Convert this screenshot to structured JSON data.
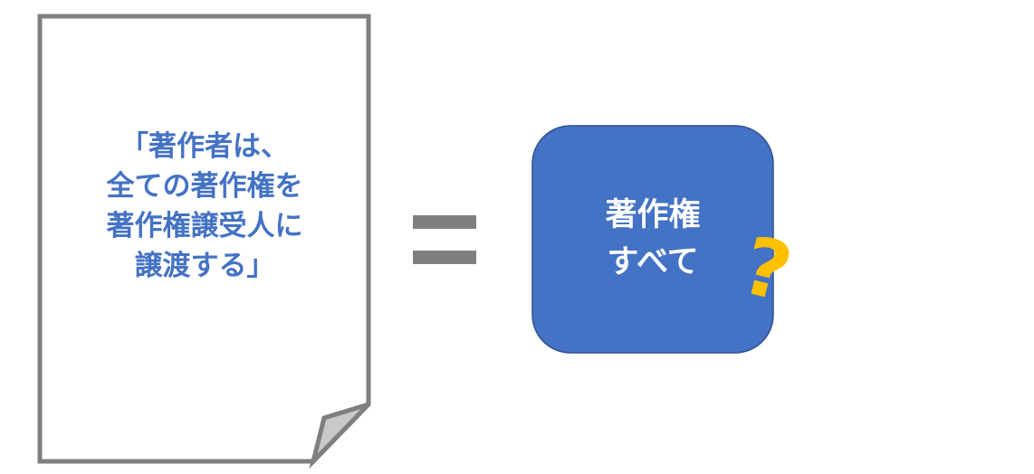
{
  "document": {
    "lines": [
      "「著作者は、",
      "全ての著作権を",
      "著作権譲受人に",
      "譲渡する」"
    ]
  },
  "result_box": {
    "lines": [
      "著作権",
      "すべて"
    ]
  },
  "question_mark": "?",
  "colors": {
    "document_border": "#7f7f7f",
    "document_fold": "#c9c9c9",
    "document_text": "#4472c4",
    "equals": "#7f7f7f",
    "box_fill": "#4472c4",
    "box_border": "#2f528f",
    "box_text": "#ffffff",
    "question_mark": "#ffc000"
  }
}
